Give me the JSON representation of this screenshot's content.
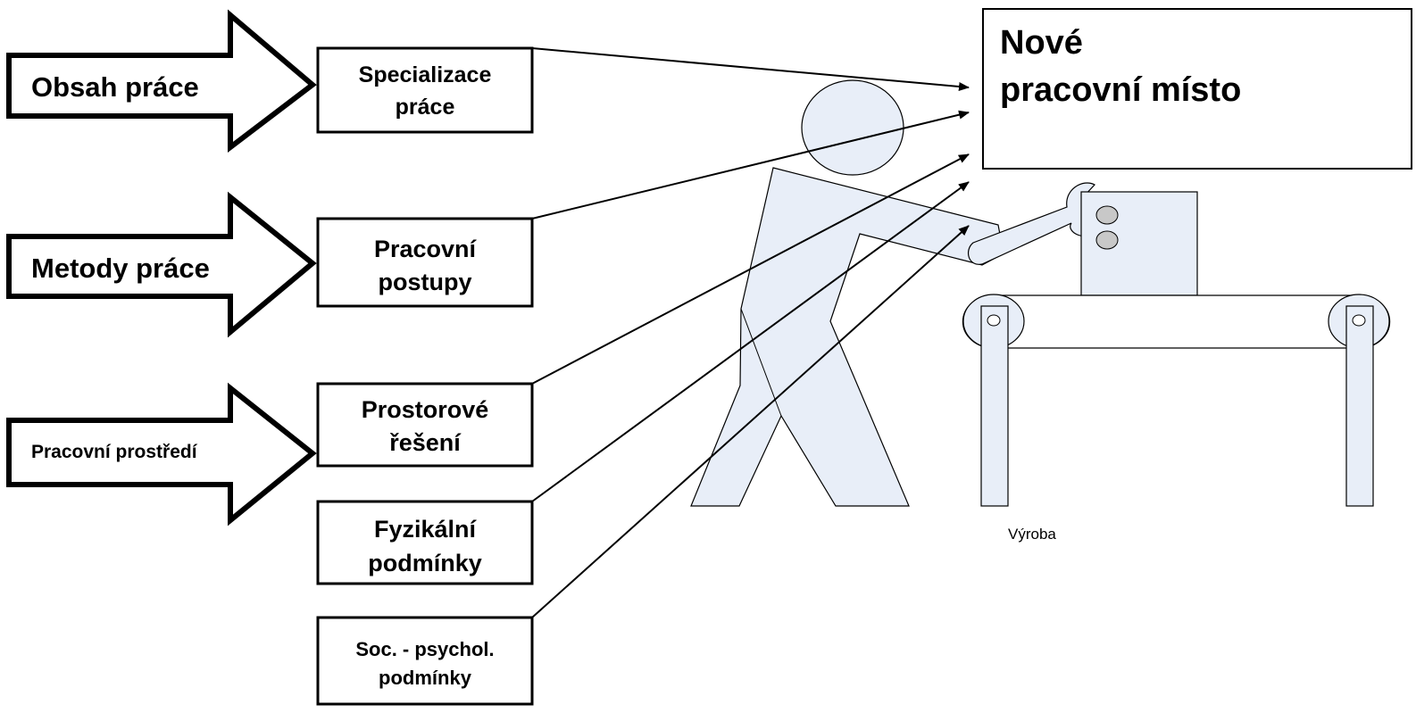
{
  "colors": {
    "figure_fill": "#e8eef8",
    "button_fill": "#c8c8c8",
    "stroke": "#000000",
    "background": "#ffffff"
  },
  "categories": [
    {
      "id": "obsah",
      "label": "Obsah práce"
    },
    {
      "id": "metody",
      "label": "Metody práce"
    },
    {
      "id": "prostredi",
      "label": "Pracovní prostředí"
    }
  ],
  "factors": [
    {
      "id": "specializace",
      "lines": [
        "Specializace",
        "práce"
      ]
    },
    {
      "id": "postupy",
      "lines": [
        "Pracovní",
        "postupy"
      ]
    },
    {
      "id": "prostorove",
      "lines": [
        "Prostorové",
        "řešení"
      ]
    },
    {
      "id": "fyzikalni",
      "lines": [
        "Fyzikální",
        "podmínky"
      ]
    },
    {
      "id": "socpsych",
      "lines": [
        "Soc. - psychol.",
        "podmínky"
      ]
    }
  ],
  "target": {
    "lines": [
      "Nové",
      "pracovní místo"
    ]
  },
  "illustration": {
    "caption": "Výroba",
    "icon": "worker-at-conveyor-illustration"
  }
}
